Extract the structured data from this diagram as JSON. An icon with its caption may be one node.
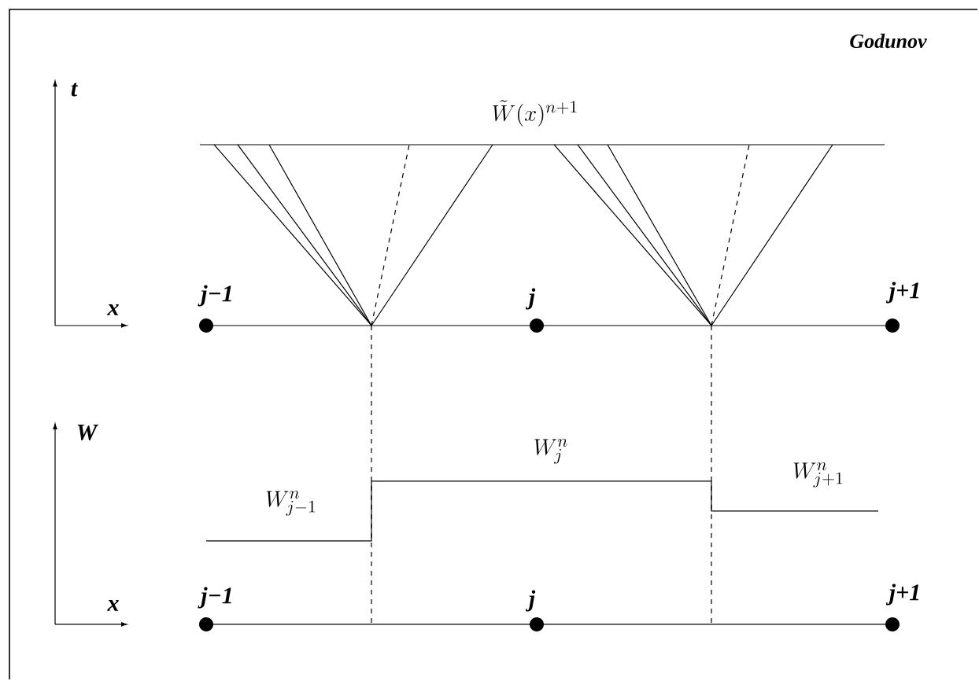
{
  "diagram": {
    "title": "Godunov",
    "labels": [
      "t",
      "\\tilde{W}(x)^{n+1}",
      "x",
      "j−1",
      "j",
      "j+1",
      "W",
      "W^{n}_{j-1}",
      "W^{n}_{j}",
      "W^{n}_{j+1}",
      "x",
      "j−1",
      "j",
      "j+1"
    ]
  }
}
